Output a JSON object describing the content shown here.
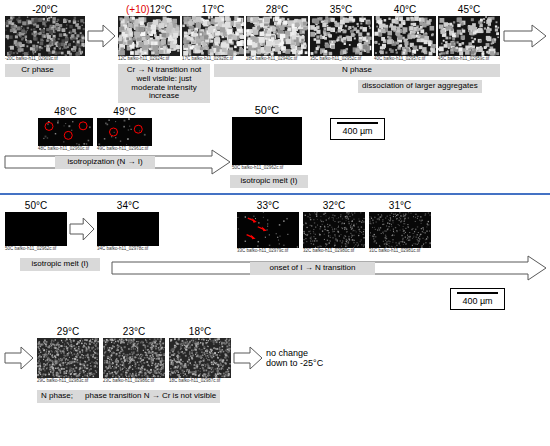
{
  "diagram": {
    "nodes": [
      {
        "text": [
          "-20°C",
          "-20C bafko-h11_02903c.tif"
        ]
      },
      {
        "text": [
          "(+10)",
          "12°C",
          "12C bafko-h11_02924c.tif"
        ]
      },
      {
        "text": [
          "17°C",
          "17C bafko-h11_02928c.tif"
        ]
      },
      {
        "text": [
          "28°C",
          "28C bafko-h11_02940c.tif"
        ]
      },
      {
        "text": [
          "35°C",
          "35C bafko-h11_02952c.tif"
        ]
      },
      {
        "text": [
          "40°C",
          "40C bafko-h11_02957c.tif"
        ]
      },
      {
        "text": [
          "45°C",
          "45C bafko-h11_02959c.tif"
        ]
      },
      {
        "text": [
          "Cr phase"
        ]
      },
      {
        "text": [
          "Cr → N transition not well visible: just moderate intensity increase"
        ]
      },
      {
        "text": [
          "N phase"
        ]
      },
      {
        "text": [
          "dissociation of larger aggregates"
        ]
      },
      {
        "text": [
          "48°C",
          "48C bafko-h11_02960c.tif"
        ]
      },
      {
        "text": [
          "49°C",
          "49C bafko-h11_02961c.tif"
        ]
      },
      {
        "text": [
          "isotropization (N → I)"
        ]
      },
      {
        "text": [
          "50°C",
          "50C bafko-h11_02962c.tif"
        ]
      },
      {
        "text": [
          "isotropic melt (I)"
        ]
      },
      {
        "text": [
          "50°C",
          "50C bafko-h11_02962c.tif"
        ]
      },
      {
        "text": [
          "34°C",
          "34C bafko-h11_02978c.tif"
        ]
      },
      {
        "text": [
          "isotropic melt (I)"
        ]
      },
      {
        "text": [
          "33°C",
          "33C bafko-h11_02979c.tif"
        ]
      },
      {
        "text": [
          "32°C",
          "32C bafko-h11_02980c.tif"
        ]
      },
      {
        "text": [
          "31°C",
          "31C bafko-h11_02981c.tif"
        ]
      },
      {
        "text": [
          "onset of I → N transition"
        ]
      },
      {
        "text": [
          "29°C",
          "29C bafko-h11_02983c.tif"
        ]
      },
      {
        "text": [
          "23°C",
          "23C bafko-h11_02986c.tif"
        ]
      },
      {
        "text": [
          "18°C",
          "18C bafko-h11_02987c.tif"
        ]
      },
      {
        "text": [
          "N phase;",
          "phase transition N → Cr is not visible"
        ]
      }
    ],
    "edges": [
      {
        "from": 0,
        "to": 1,
        "arrow": "to"
      },
      {
        "from": 16,
        "to": 17,
        "arrow": "to"
      }
    ],
    "labels": [
      "400 µm",
      "400 µm",
      "no change down to -25°C"
    ]
  }
}
